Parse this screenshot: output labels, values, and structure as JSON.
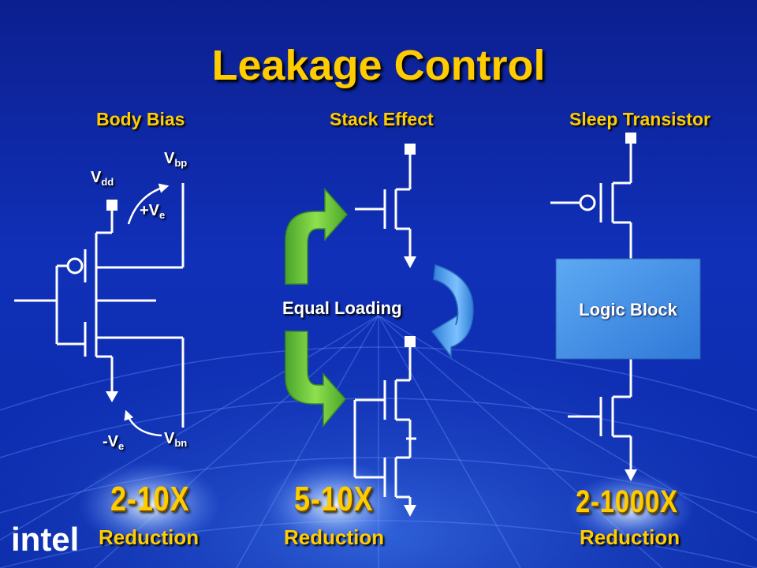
{
  "title": "Leakage Control",
  "columns": {
    "body_bias": {
      "heading": "Body Bias",
      "vdd": {
        "main": "V",
        "sub": "dd"
      },
      "vbp": {
        "main": "V",
        "sub": "bp"
      },
      "vbn": {
        "main": "V",
        "sub": "bn"
      },
      "plus_ve": {
        "main": "+V",
        "sub": "e"
      },
      "minus_ve": {
        "main": "-V",
        "sub": "e"
      },
      "factor": "2-10X",
      "reduction": "Reduction"
    },
    "stack_effect": {
      "heading": "Stack Effect",
      "center_label": "Equal Loading",
      "factor": "5-10X",
      "reduction": "Reduction"
    },
    "sleep_transistor": {
      "heading": "Sleep Transistor",
      "logic_block": "Logic Block",
      "factor": "2-1000X",
      "reduction": "Reduction"
    }
  },
  "logo": "intel",
  "colors": {
    "accent": "#ffcc00",
    "background": "#0a1f9a",
    "logic_block": "#3f8fe8",
    "green_arrow": "#6cc43a",
    "blue_arrow": "#4a9be8"
  }
}
